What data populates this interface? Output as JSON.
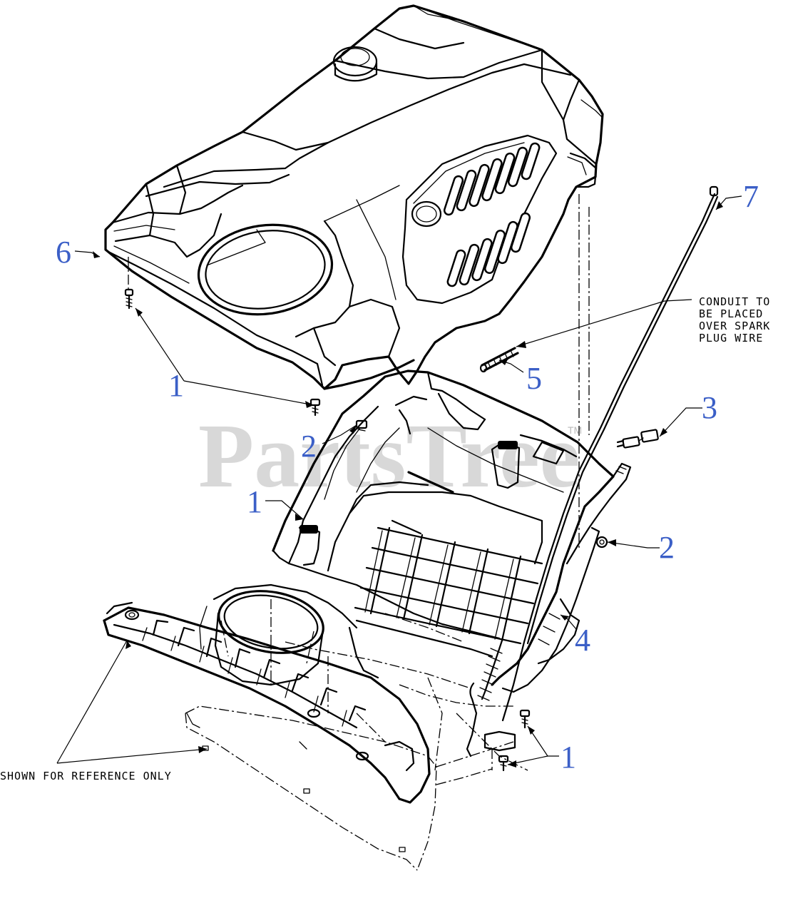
{
  "watermark": {
    "text": "PartsTree",
    "trademark": "TM"
  },
  "notes": {
    "conduit": [
      "CONDUIT TO",
      "BE PLACED",
      "OVER SPARK",
      "PLUG WIRE"
    ],
    "reference": "SHOWN FOR REFERENCE ONLY"
  },
  "callouts": {
    "c1a": "1",
    "c1b": "1",
    "c1c": "1",
    "c2a": "2",
    "c2b": "2",
    "c3": "3",
    "c4": "4",
    "c5": "5",
    "c6": "6",
    "c7": "7"
  },
  "colors": {
    "callout": "#3b5fc7",
    "line": "#000000",
    "watermark": "#b9b9b9"
  }
}
